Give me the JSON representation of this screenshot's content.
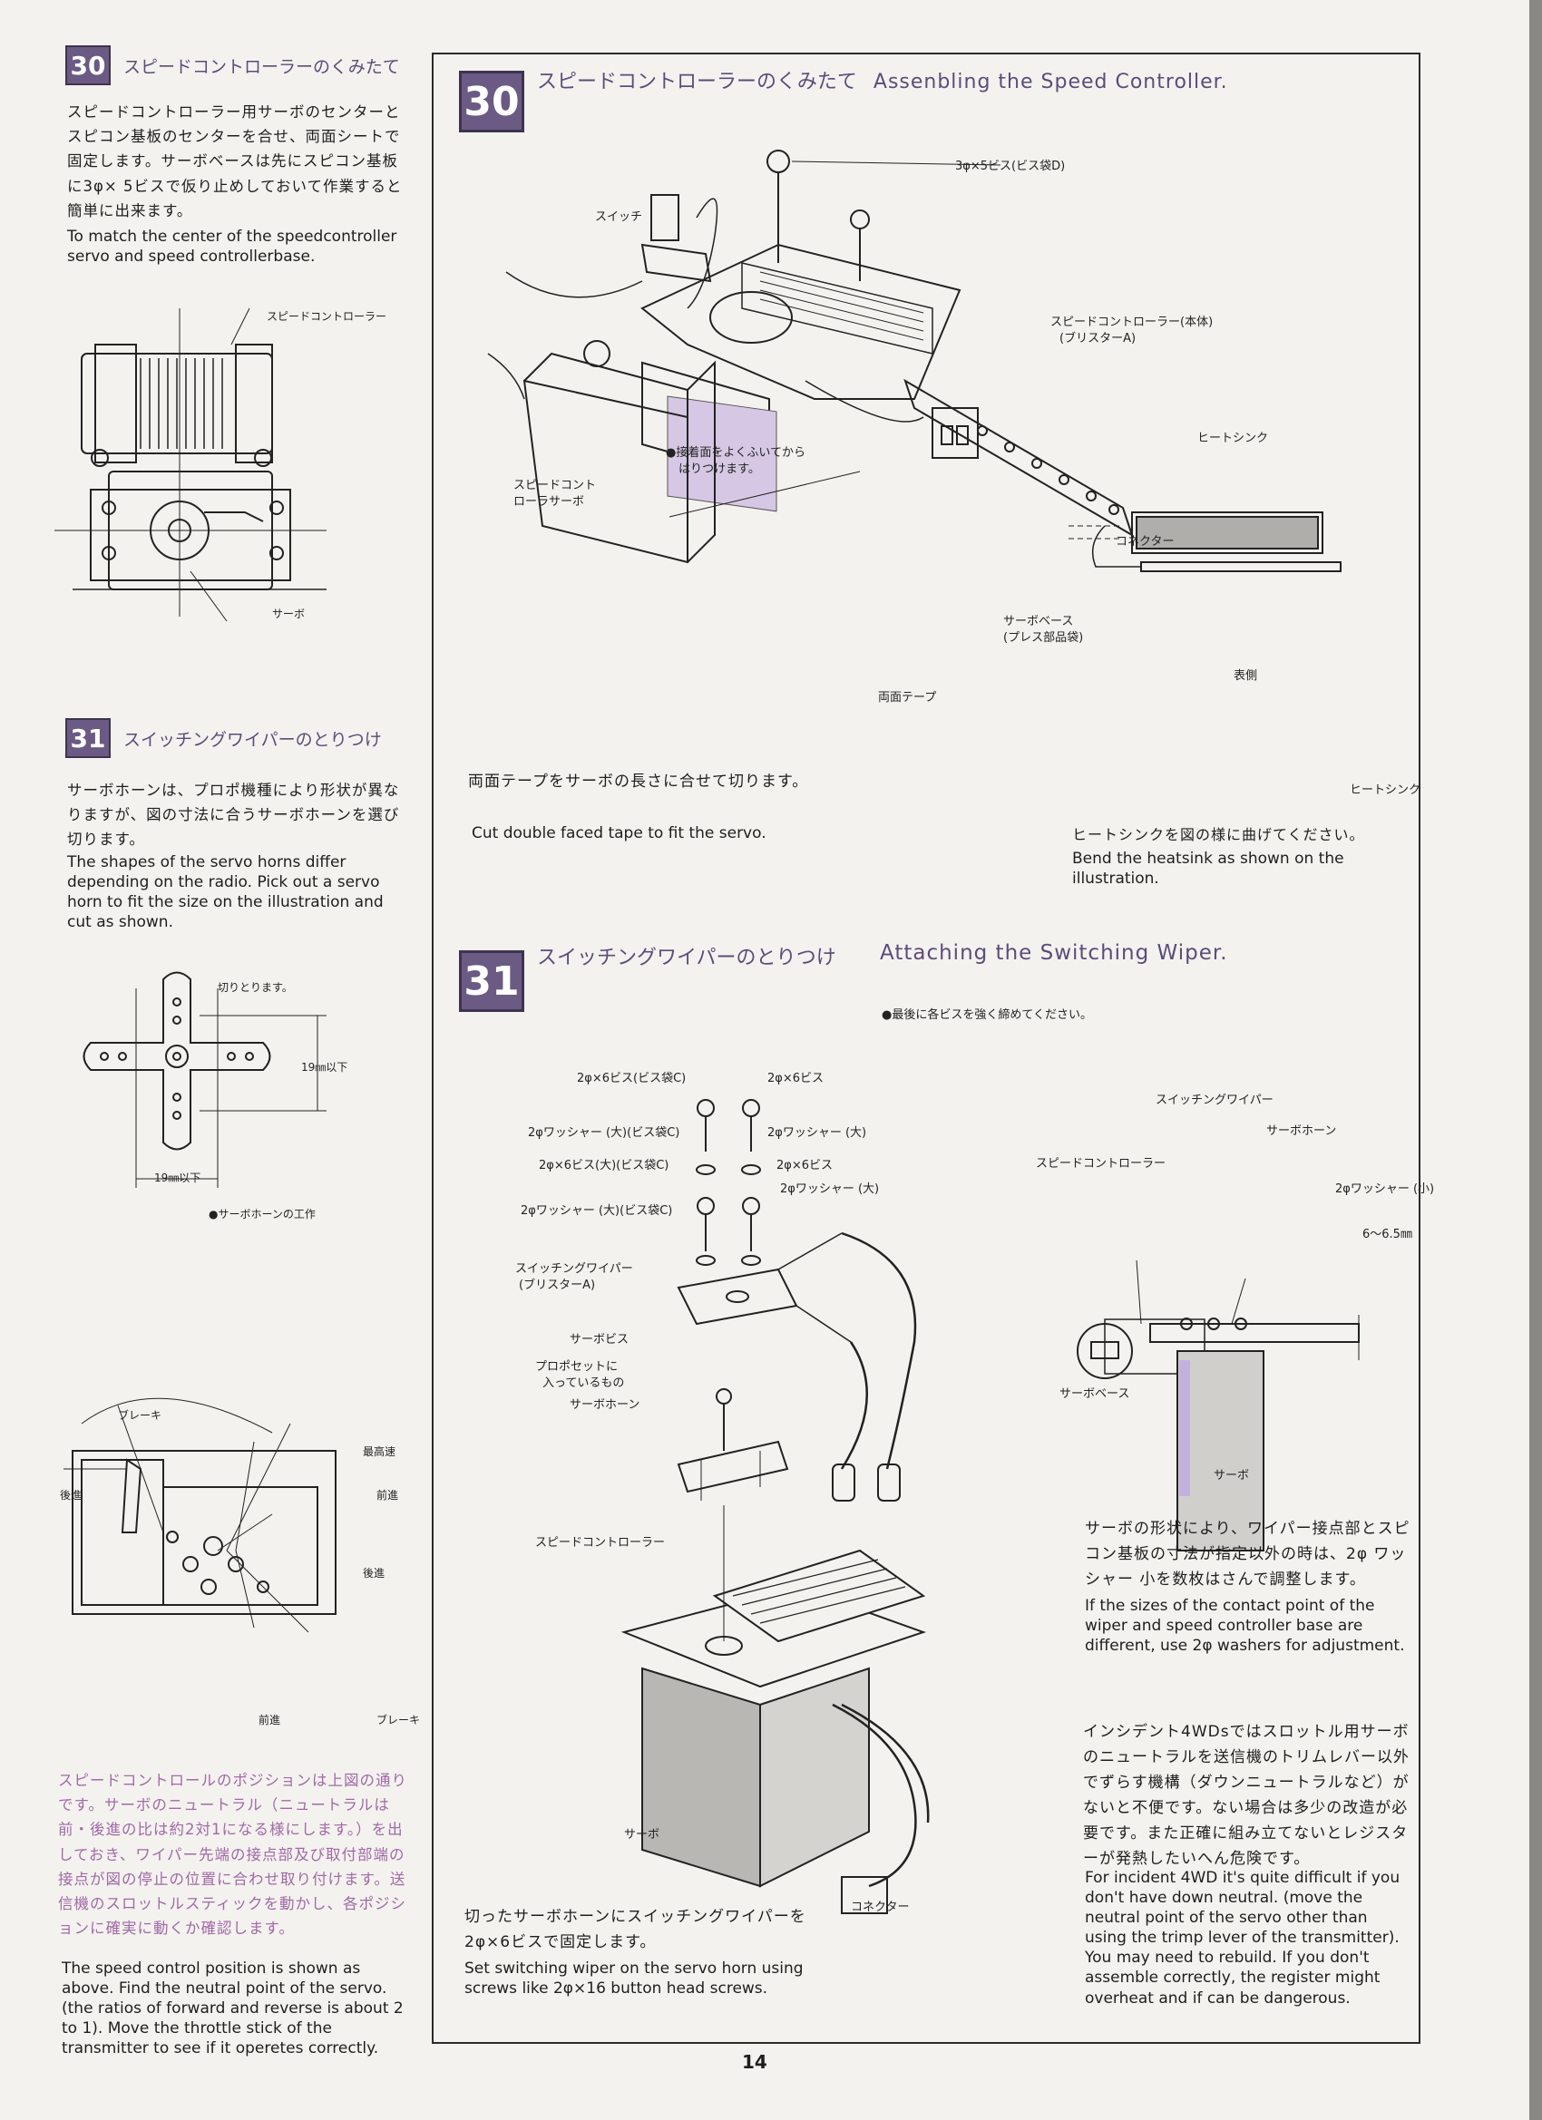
{
  "left": {
    "s30": {
      "number": "30",
      "title": "スピードコントローラーのくみたて",
      "jp": "スピードコントローラー用サーボのセンターとスピコン基板のセンターを合せ、両面シートで固定します。サーボベースは先にスピコン基板に3φ× 5ビスで仮り止めしておいて作業すると簡単に出来ます。",
      "en": "To match the center of the speedcontroller servo and speed controllerbase.",
      "label_speed_controller": "スピードコントローラー",
      "label_servo": "サーボ"
    },
    "s31": {
      "number": "31",
      "title": "スイッチングワイパーのとりつけ",
      "jp": "サーボホーンは、プロポ機種により形状が異なりますが、図の寸法に合うサーボホーンを選び切ります。",
      "en": "The shapes of the servo horns differ depending on the radio. Pick out a servo horn to fit the size on the illustration and cut as shown.",
      "label_cut": "切りとります。",
      "label_19a": "19㎜以下",
      "label_19b": "19㎜以下",
      "label_horn_work": "●サーボホーンの工作",
      "label_brake1": "ブレーキ",
      "label_max": "最高速",
      "label_reverse": "後進",
      "label_forward1": "前進",
      "label_reverse2": "後進",
      "label_forward2": "前進",
      "label_brake2": "ブレーキ",
      "jp2": "スピードコントロールのポジションは上図の通りです。サーボのニュートラル（ニュートラルは前・後進の比は約2対1になる様にします。）を出しておき、ワイパー先端の接点部及び取付部端の接点が図の停止の位置に合わせ取り付けます。送信機のスロットルスティックを動かし、各ポジションに確実に動くか確認します。",
      "en2": "The speed control position is shown as above. Find the neutral point of the servo.(the ratios of forward and reverse is about 2 to 1). Move the throttle stick of the transmitter to see if it operetes correctly."
    }
  },
  "main": {
    "s30": {
      "number": "30",
      "title_jp": "スピードコントローラーのくみたて",
      "title_en": "Assenbling the Speed Controller.",
      "label_screw": "3φ×5ビス(ビス袋D)",
      "label_switch": "スイッチ",
      "label_sc_body": "スピードコントローラー(本体)",
      "label_blister": "(ブリスターA)",
      "label_heatsink": "ヒートシンク",
      "label_wipe": "●接着面をよくふいてから",
      "label_wipe2": "はりつけます。",
      "label_sc_servo1": "スピードコント",
      "label_sc_servo2": "ローラサーボ",
      "label_connector": "コネクター",
      "label_servo_base": "サーボベース",
      "label_press_bag": "(プレス部品袋)",
      "label_tape": "両面テープ",
      "label_front_side": "表側",
      "label_heatsink2": "ヒートシンク",
      "cut_jp": "両面テープをサーボの長さに合せて切ります。",
      "cut_en": "Cut double faced tape to fit the servo.",
      "bend_jp": "ヒートシンクを図の様に曲げてください。",
      "bend_en": "Bend the heatsink as shown on the illustration."
    },
    "s31": {
      "number": "31",
      "title_jp": "スイッチングワイパーのとりつけ",
      "title_en": "Attaching the Switching Wiper.",
      "note_tighten": "●最後に各ビスを強く締めてください。",
      "p1": "2φ×6ビス(ビス袋C)",
      "p2": "2φ×6ビス",
      "p3": "2φワッシャー (大)(ビス袋C)",
      "p4": "2φワッシャー (大)",
      "p5": "2φ×6ビス(大)(ビス袋C)",
      "p6": "2φ×6ビス",
      "p7": "2φワッシャー (大)",
      "p8": "2φワッシャー (大)(ビス袋C)",
      "p9": "スイッチングワイパー",
      "p10": "(ブリスターA)",
      "p11": "サーボビス",
      "p12": "プロポセットに",
      "p13": "入っているもの",
      "p14": "サーボホーン",
      "p15": "スピードコントローラー",
      "p16": "サーボ",
      "p17": "コネクター",
      "r1": "スイッチングワイパー",
      "r2": "サーボホーン",
      "r3": "スピードコントローラー",
      "r4": "2φワッシャー (小)",
      "r5": "6～6.5㎜",
      "r6": "サーボベース",
      "r7": "サーボ",
      "fix_jp": "切ったサーボホーンにスイッチングワイパーを2φ×6ビスで固定します。",
      "fix_en": "Set switching wiper on the servo horn using screws like 2φ×16 button head screws.",
      "adj_jp": "サーボの形状により、ワイパー接点部とスピコン基板の寸法が指定以外の時は、2φ ワッシャー 小を数枚はさんで調整します。",
      "adj_en": "If the sizes of the contact point of the wiper and speed controller base are different, use 2φ washers for adjustment.",
      "inc_jp": "インシデント4WDsではスロットル用サーボのニュートラルを送信機のトリムレバー以外でずらす機構（ダウンニュートラルなど）がないと不便です。ない場合は多少の改造が必要です。また正確に組み立てないとレジスターが発熱したいへん危険です。",
      "inc_en": "For incident 4WD it's quite difficult if you don't have down neutral. (move the neutral point of the servo other than using the trimp lever of the transmitter). You may need to rebuild. If you don't assemble correctly, the register might overheat and if can be dangerous."
    }
  },
  "page_number": "14"
}
